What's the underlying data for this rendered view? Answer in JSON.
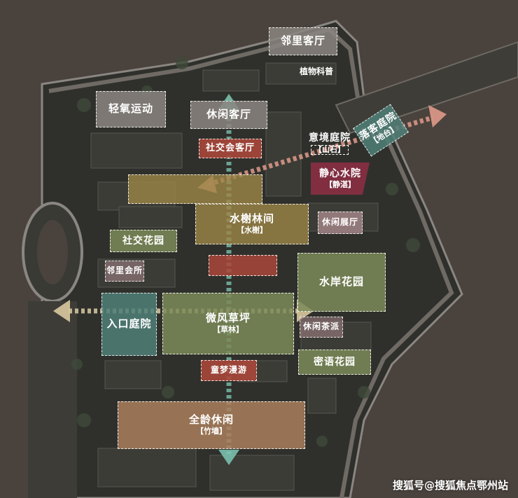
{
  "zones": {
    "linli_keting": {
      "title": "邻里客厅"
    },
    "zhiwu_kepu": {
      "title": "植物科普"
    },
    "qingyang_yundong": {
      "title": "轻氧运动"
    },
    "xiuxian_keting": {
      "title": "休闲客厅"
    },
    "luoke_tingyuan": {
      "title": "落客庭院",
      "sub": "【地台】"
    },
    "yijing_tingyuan": {
      "title": "意境庭院",
      "sub": "【山石】"
    },
    "shejiao_huiketing": {
      "title": "社交会客厅"
    },
    "jingxin_shuiyuan": {
      "title": "静心水院",
      "sub": "【静湛】"
    },
    "shuixie_linjian": {
      "title": "水榭林间",
      "sub": "【水榭】"
    },
    "xiuxian_zhanting": {
      "title": "休闲展厅"
    },
    "shejiao_huayuan": {
      "title": "社交花园"
    },
    "linli_huisuo": {
      "title": "邻里会所"
    },
    "shuian_huayuan": {
      "title": "水岸花园"
    },
    "rukou_tingyuan": {
      "title": "入口庭院"
    },
    "weifeng_caoping": {
      "title": "微风草坪",
      "sub": "【草林】"
    },
    "xiuxian_chapai": {
      "title": "休闲茶派"
    },
    "miyu_huayuan": {
      "title": "密语花园"
    },
    "tongmeng_manyou": {
      "title": "童梦漫游"
    },
    "quanling_xiuxian": {
      "title": "全龄休闲",
      "sub": "【竹墙】"
    }
  },
  "watermark": "搜狐号@搜狐焦点鄂州站",
  "colors": {
    "background": "#4a423d",
    "grey_zone": "#8b8580",
    "red_zone": "#a9473a",
    "ochre_zone": "#9c8647",
    "green_zone": "#7b8a58",
    "teal_zone": "#4f7f78",
    "pink_zone": "#a7878b",
    "crimson_zone": "#8a2f42",
    "tan_zone": "#a97e5c",
    "axis_teal": "#7ec8b4",
    "axis_beige": "#d9c9a0",
    "axis_coral": "#e09a8a"
  }
}
